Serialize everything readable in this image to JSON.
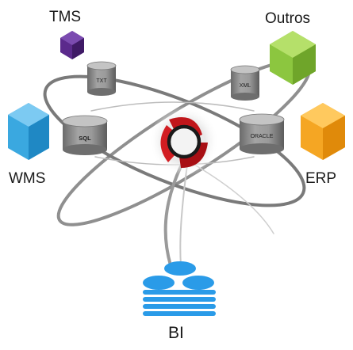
{
  "systems": {
    "tms": {
      "label": "TMS",
      "icon": "hexagon-cube-icon",
      "color": "#5b2a8c"
    },
    "outros": {
      "label": "Outros",
      "icon": "hexagon-cube-icon",
      "color": "#8cc63f"
    },
    "wms": {
      "label": "WMS",
      "icon": "hexagon-cube-icon",
      "color": "#3aa8e0"
    },
    "erp": {
      "label": "ERP",
      "icon": "hexagon-cube-icon",
      "color": "#f5a623"
    },
    "bi": {
      "label": "BI",
      "icon": "stacked-database-icon",
      "color": "#2a9be8"
    }
  },
  "databases": {
    "txt": "TXT",
    "xml": "XML",
    "sql": "SQL",
    "oracle": "ORACLE"
  },
  "hub": {
    "icon": "integration-hub-logo-icon",
    "accent": "#c0161b"
  }
}
